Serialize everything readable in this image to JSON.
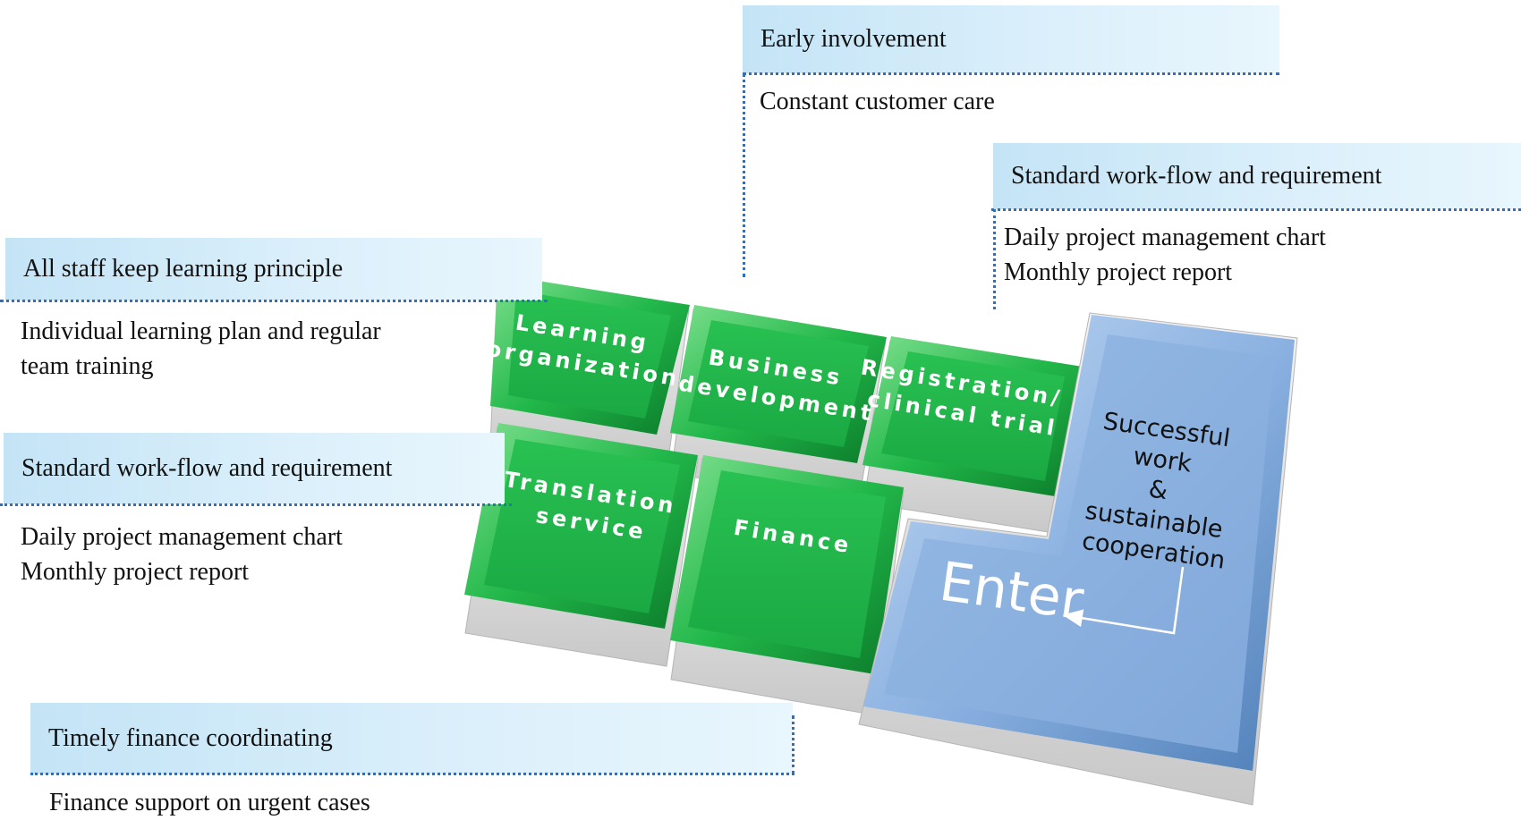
{
  "keys": {
    "learning": [
      "Learning",
      "organization"
    ],
    "business": [
      "Business",
      "development"
    ],
    "registration": [
      "Registration/",
      "clinical trial"
    ],
    "translation": [
      "Translation",
      "service"
    ],
    "finance": [
      "Finance"
    ],
    "enter_note": [
      "Successful",
      "work",
      "&",
      "sustainable",
      "cooperation"
    ],
    "enter_label": "Enter"
  },
  "callouts": {
    "early": {
      "heading": "Early involvement",
      "lines": [
        "Constant customer care"
      ]
    },
    "standard_right": {
      "heading": "Standard work-flow and requirement",
      "lines": [
        "Daily project management chart",
        "Monthly project report"
      ]
    },
    "learning": {
      "heading": "All staff keep learning principle",
      "lines": [
        "Individual learning plan and regular",
        "team training"
      ]
    },
    "standard_left": {
      "heading": "Standard work-flow and requirement",
      "lines": [
        "Daily project management chart",
        "Monthly project report"
      ]
    },
    "finance": {
      "heading": "Timely finance coordinating",
      "lines": [
        "Finance support on urgent cases"
      ]
    }
  },
  "colors": {
    "key_green": "#1fb84a",
    "key_blue": "#8db3e2",
    "callout_fill": "#d4ecf9",
    "leader_line": "#2d6fc1"
  }
}
